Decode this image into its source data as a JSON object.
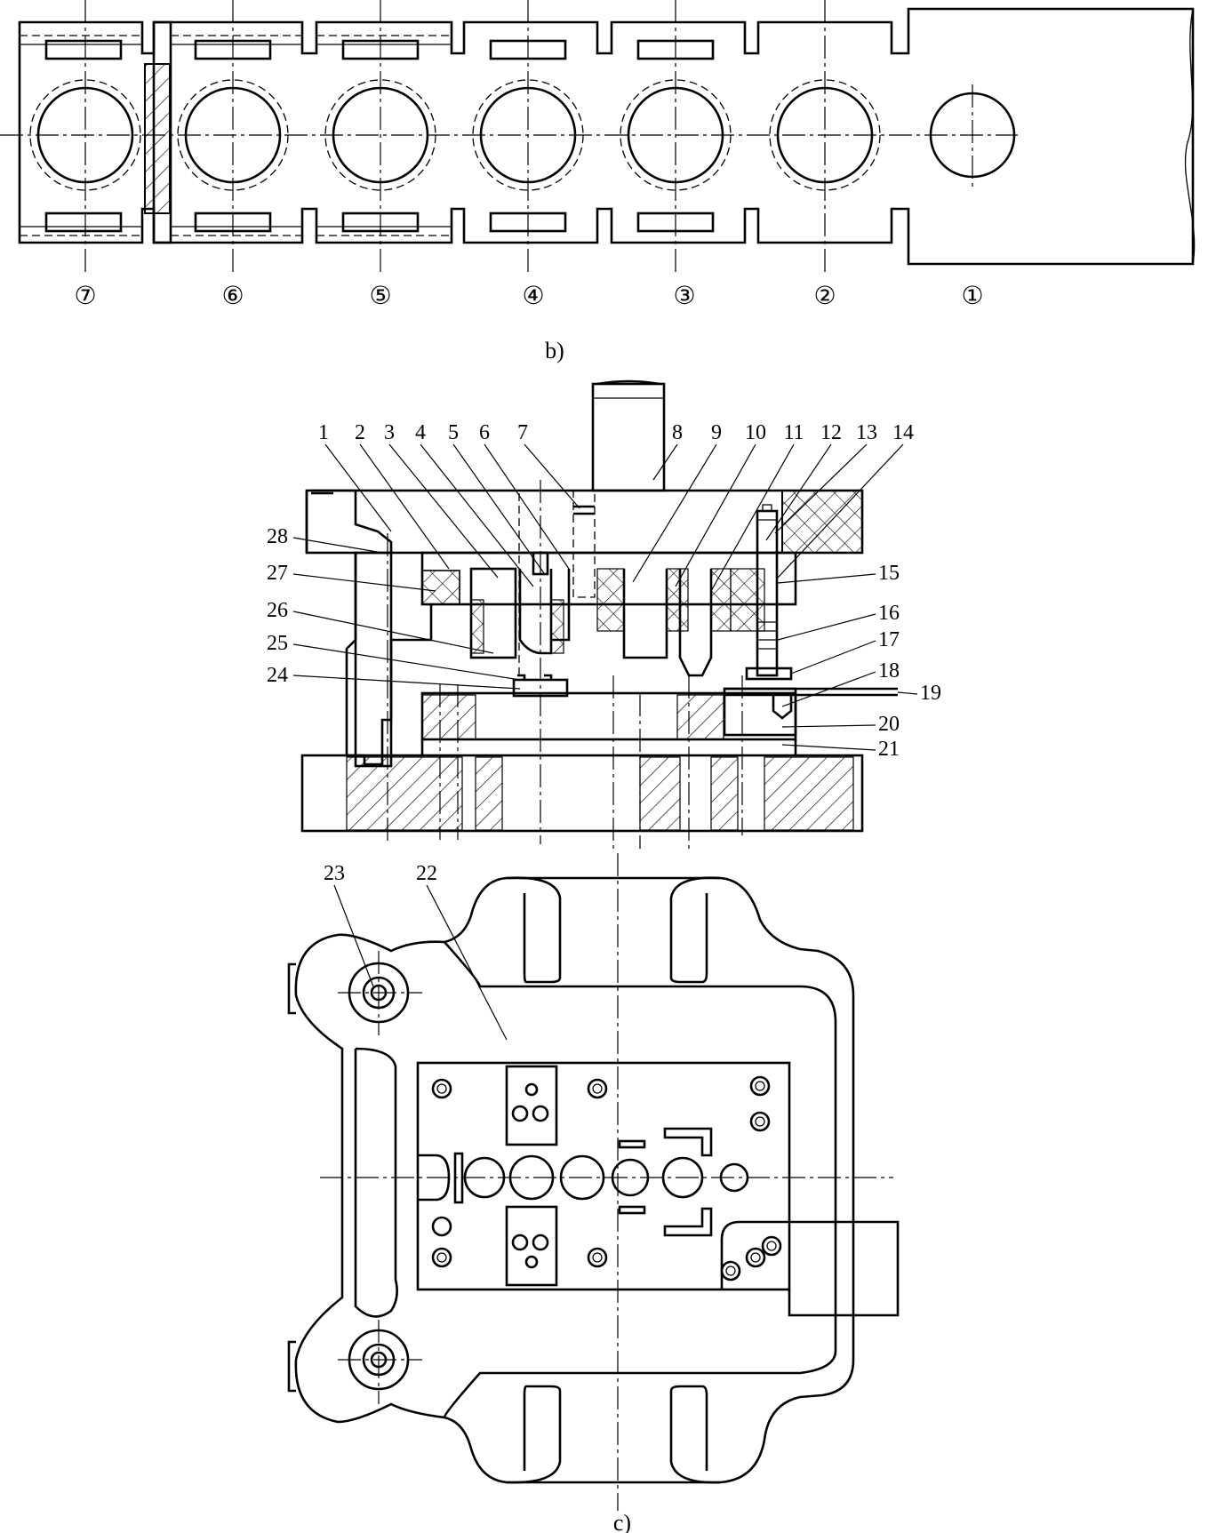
{
  "captions": {
    "strip_layout": "b)",
    "die_plan": "c)"
  },
  "strip_stations": [
    "⑦",
    "⑥",
    "⑤",
    "④",
    "③",
    "②",
    "①"
  ],
  "part_numbers_top": [
    "1",
    "2",
    "3",
    "4",
    "5",
    "6",
    "7",
    "8",
    "9",
    "10",
    "11",
    "12",
    "13",
    "14"
  ],
  "part_numbers_right": [
    "15",
    "16",
    "17",
    "18",
    "19",
    "20",
    "21"
  ],
  "part_numbers_left": [
    "28",
    "27",
    "26",
    "25",
    "24"
  ],
  "part_numbers_plan": [
    "23",
    "22"
  ]
}
